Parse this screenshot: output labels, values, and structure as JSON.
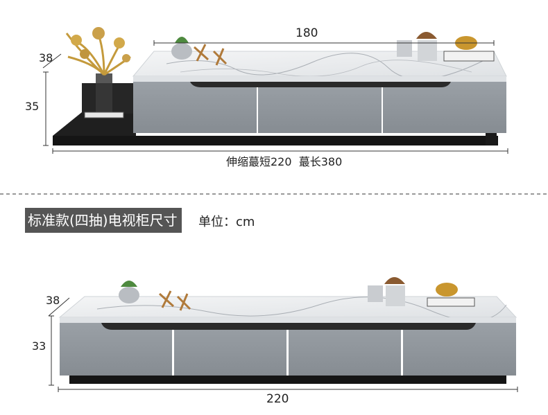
{
  "top_cabinet": {
    "width_label": "180",
    "depth_label": "38",
    "height_label": "35",
    "span_label": "伸缩蕞短220  蕞长380"
  },
  "section": {
    "title": "标准款(四抽)电视柜尺寸",
    "unit": "单位：cm"
  },
  "bottom_cabinet": {
    "depth_label": "38",
    "height_label": "33",
    "width_label": "220"
  },
  "colors": {
    "cabinet_grey": "#8e949a",
    "marble_top": "#eceef0",
    "black_base": "#1e1e1e",
    "banner_bg": "#555555"
  }
}
